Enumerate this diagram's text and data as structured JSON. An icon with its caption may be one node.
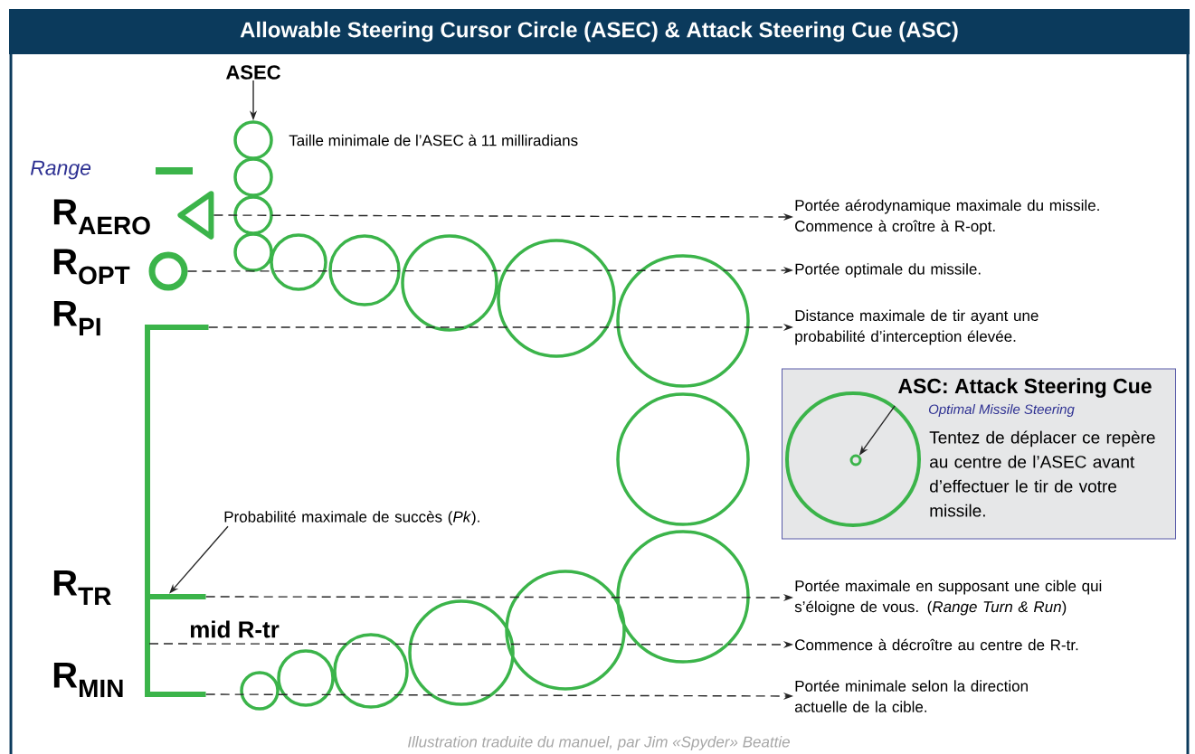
{
  "diagram": {
    "title": "Allowable Steering Cursor Circle (ASEC) & Attack Steering Cue (ASC)",
    "caption": "Illustration traduite du manuel, par Jim «Spyder» Beattie",
    "nodes": [
      {
        "text": [
          "ASEC"
        ]
      },
      {
        "text": [],
        "shape": "circle",
        "beside": [
          "Taille minimale de l’ASEC à 11 milliradians"
        ]
      },
      {
        "text": [],
        "shape": "triangle"
      },
      {
        "text": [
          "Portée aérodynamique maximale du missile. Commence à croître à R-opt."
        ]
      },
      {
        "text": [],
        "shape": "circle"
      },
      {
        "text": [
          "Portée optimale du missile."
        ]
      },
      {
        "text": [],
        "shape": "bar"
      },
      {
        "text": [
          "Distance maximale de tir ayant une probabilité d’interception élevée."
        ]
      },
      {
        "text": [
          "ASC: Attack Steering Cue",
          "Optimal Missile Steering",
          "Tentez de déplacer ce repère au centre de l’ASEC avant d’effectuer le tir de votre missile."
        ]
      },
      {
        "text": [],
        "shape": "circle",
        "in": 8
      },
      {
        "text": [],
        "shape": "circle",
        "in": 9
      },
      {
        "text": [
          "Probabilité maximale de succès (*Pk*)."
        ]
      },
      {
        "text": [],
        "shape": "bar"
      },
      {
        "text": [
          "Portée maximale en supposant une cible qui s’éloigne de vous.  (*Range Turn & Run*)"
        ]
      },
      {
        "text": [
          "Commence à décroître au centre de R-tr."
        ]
      },
      {
        "text": [],
        "shape": "bar"
      },
      {
        "text": [
          "Portée minimale selon la direction actuelle de la cible."
        ]
      }
    ],
    "edges": [
      {
        "from": 0,
        "to": 1,
        "arrow": "to"
      },
      {
        "from": 2,
        "to": 3,
        "arrow": "to",
        "style": "dashed"
      },
      {
        "from": 4,
        "to": 5,
        "arrow": "to",
        "style": "dashed"
      },
      {
        "from": 6,
        "to": 7,
        "arrow": "to",
        "style": "dashed"
      },
      {
        "from": 11,
        "to": 12,
        "arrow": "to"
      },
      {
        "from": 12,
        "to": 13,
        "arrow": "to",
        "style": "dashed"
      },
      {
        "from": null,
        "to": 14,
        "arrow": "to",
        "style": "dashed"
      },
      {
        "from": 15,
        "to": 16,
        "arrow": "to",
        "style": "dashed"
      },
      {
        "from": 9,
        "to": 10,
        "arrow": "to"
      }
    ],
    "labels": [
      "Range",
      "R$_{AERO}$",
      "R$_{OPT}$",
      "R$_{PI}$",
      "mid R-tr",
      "R$_{TR}$",
      "R$_{MIN}$"
    ]
  }
}
